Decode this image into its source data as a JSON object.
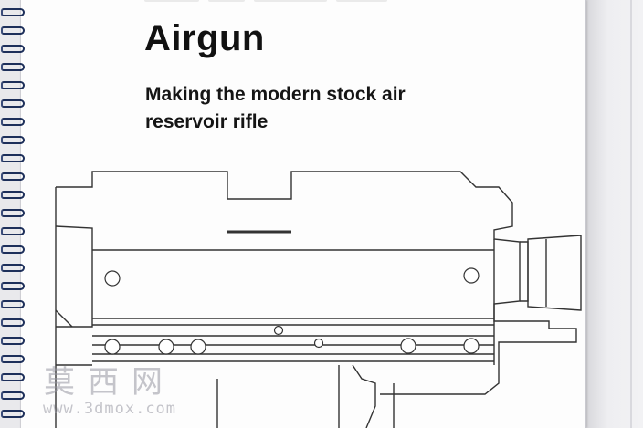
{
  "document": {
    "title": "Airgun",
    "subtitle": "Making the modern stock air reservoir rifle"
  },
  "watermark": {
    "chinese": "莫西网",
    "url": "www.3dmox.com"
  },
  "colors": {
    "page": "#fdfdfd",
    "background": "#e9e9ec",
    "binding_coil": "#1d2f5a",
    "line_art": "#333333"
  }
}
